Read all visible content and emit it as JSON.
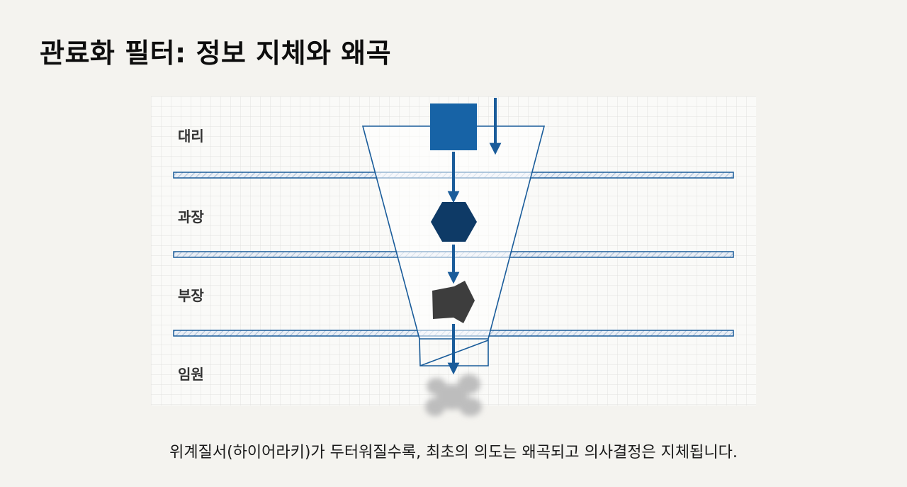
{
  "title": "관료화 필터: 정보 지체와 왜곡",
  "levels": [
    {
      "label": "대리"
    },
    {
      "label": "과장"
    },
    {
      "label": "부장"
    },
    {
      "label": "임원"
    }
  ],
  "shapes": [
    "square",
    "hexagon",
    "distorted-polygon",
    "blurred-blob"
  ],
  "caption": "위계질서(하이어라키)가 두터워질수록, 최초의 의도는 왜곡되고 의사결정은 지체됩니다.",
  "colors": {
    "background": "#f4f3ef",
    "accent": "#1a5c9a",
    "square": "#1763a6",
    "hexagon": "#0e3a66",
    "distorted": "#3d3d3d",
    "blurred": "#bdbdbd"
  }
}
